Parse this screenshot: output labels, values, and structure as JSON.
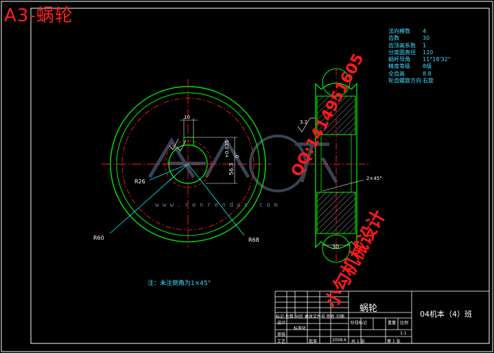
{
  "drawing": {
    "title": "A3-蜗轮",
    "spec_table": [
      {
        "label": "法向模数",
        "value": "4"
      },
      {
        "label": "齿数",
        "value": "30"
      },
      {
        "label": "齿顶高系数",
        "value": "1"
      },
      {
        "label": "分度圆直径",
        "value": "120"
      },
      {
        "label": "蜗杆导角",
        "value": "11°18'32\""
      },
      {
        "label": "精度等级",
        "value": "8级"
      },
      {
        "label": "全齿高",
        "value": "8.8"
      },
      {
        "label": "轮齿螺旋方向",
        "value": "右旋"
      }
    ],
    "dimensions": {
      "keyway_width": "10",
      "bore": "56.3",
      "bore_tol": "+0.035",
      "bore_tol_low": "0",
      "r26": "R26",
      "r60": "R60",
      "r68": "R68",
      "roughness": "3.2",
      "chamfer": "2×45°",
      "hub_width": "30"
    },
    "note": "注：未注倒角为1×45°",
    "watermark_url": "w w w . r e n r e n d o c . c o m",
    "red_watermark_1": "QQ:1414951605",
    "red_watermark_2": "小勾机械设计",
    "title_block": {
      "part_name": "蜗轮",
      "class_name": "04机本（4）班",
      "scale_label": "比例",
      "scale_value": "1:1",
      "weight_label": "重量",
      "stage_label": "阶段标记",
      "sheet_total": "共 1 张",
      "sheet_no": "第 1 张",
      "row_labels": [
        "标记",
        "处数",
        "分区",
        "更改文件号",
        "签名",
        "日期"
      ],
      "role_design": "设计",
      "role_std": "标准化",
      "role_check": "审核",
      "role_process": "工艺",
      "role_approve": "批准",
      "date_value": "2008.6"
    }
  }
}
